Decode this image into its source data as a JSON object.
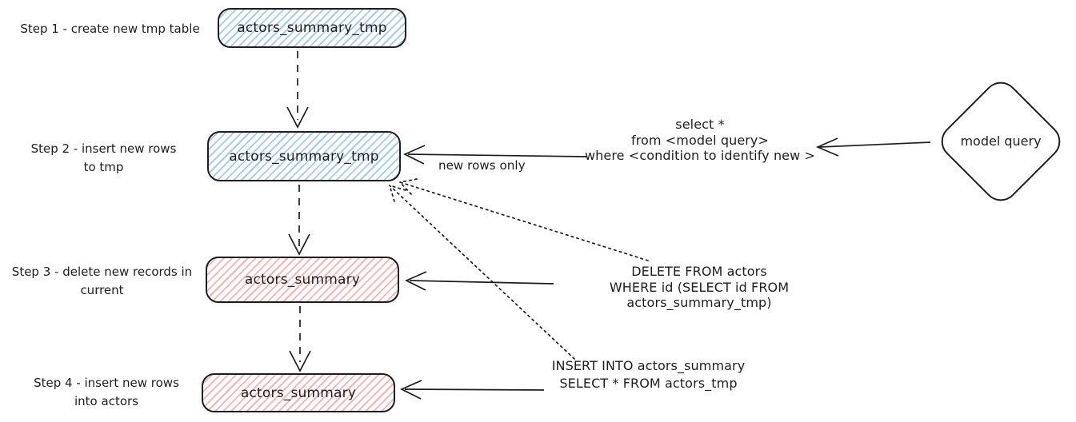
{
  "diagram": {
    "steps": [
      {
        "label": "Step 1 - create new tmp table",
        "node": "actors_summary_tmp",
        "node_color": "blue"
      },
      {
        "label": "Step 2 - insert new rows\nto tmp",
        "node": "actors_summary_tmp",
        "node_color": "blue"
      },
      {
        "label": "Step 3 - delete new records in\ncurrent",
        "node": "actors_summary",
        "node_color": "red"
      },
      {
        "label": "Step 4 - insert new rows\ninto actors",
        "node": "actors_summary",
        "node_color": "red"
      }
    ],
    "model_query_node": {
      "label": "model query",
      "shape": "rounded-diamond"
    },
    "annotations": {
      "select_query": "select *\nfrom <model query>\nwhere <condition to identify new >",
      "new_rows_only": "new rows only",
      "delete_query": "DELETE FROM actors\nWHERE id (SELECT id FROM actors_summary_tmp)",
      "insert_query": "INSERT INTO actors_summary\nSELECT * FROM actors_tmp"
    },
    "colors": {
      "blue_fill": "#a5c9ea",
      "red_fill": "#f6b1b1",
      "stroke": "#1e1e1e",
      "background": "#ffffff"
    }
  }
}
